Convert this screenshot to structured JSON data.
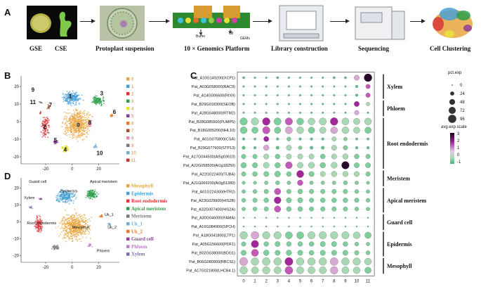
{
  "panels": {
    "a": "A",
    "b": "B",
    "c": "C",
    "d": "D"
  },
  "pipeline": {
    "gse": "GSE",
    "cse": "CSE",
    "protoplast": "Protoplast suspension",
    "platform": "10 × Genomics Platform",
    "buffer": "Buffer",
    "oil": "Oil",
    "gems": "GEMs",
    "library": "Library construction",
    "sequencing": "Sequencing",
    "clustering": "Cell Clustering"
  },
  "umap_b": {
    "legend": [
      "0",
      "1",
      "2",
      "3",
      "4",
      "5",
      "6",
      "7",
      "8",
      "9",
      "10",
      "11"
    ],
    "colors": [
      "#e8a640",
      "#4aa0d4",
      "#d7373a",
      "#2e9e4a",
      "#e8e23a",
      "#8e3d97",
      "#e8792a",
      "#a0522d",
      "#e889b8",
      "#7a7a7a",
      "#6db0c8",
      "#c0392b"
    ],
    "xticks": [
      "-20",
      "0",
      "20"
    ],
    "yticks": [
      "20",
      "10",
      "0",
      "-10",
      "-20"
    ],
    "labels": [
      "0",
      "1",
      "2",
      "3",
      "4",
      "5",
      "6",
      "7",
      "8",
      "9",
      "10",
      "11"
    ]
  },
  "umap_d": {
    "legend": [
      "Mesophyll",
      "Epidermis",
      "Root endodermis",
      "Apical meristem",
      "Meristem",
      "Uk_1",
      "Uk_2",
      "Guard cell",
      "Phloem",
      "Xylem"
    ],
    "colors": [
      "#e8a640",
      "#4aa0d4",
      "#d7373a",
      "#2e9e4a",
      "#7a7a7a",
      "#6db0c8",
      "#e8792a",
      "#8e3d97",
      "#c07acb",
      "#7a6bb0"
    ],
    "labels": [
      "Guard cell",
      "Apical meristem",
      "Xylem",
      "Epidermis",
      "Root endodermis",
      "Mesophyll",
      "Uk_1",
      "Uk_2",
      "Phloem"
    ],
    "xticks": [
      "-20",
      "0",
      "20"
    ],
    "yticks": [
      "20",
      "10",
      "0",
      "-10",
      "-20"
    ]
  },
  "dotplot": {
    "genes": [
      "Pat_A10G149200(XCP1)",
      "Pat_A03G058000(RAC9)",
      "Pat_A14G006600(RIX9)",
      "Pat_B29G018300(SEOB)",
      "Pat_A28G048000(RTM2)",
      "Pat_B28G085500(PUMP5)",
      "Pat_B18G005200(NHL10)",
      "Pat_A01G075800(CSA)",
      "Pat_B29G077600(STP13)",
      "Pat_A17G044500(At5g03610)",
      "Pat_A22G058500(At1g18250)",
      "Pat_A22G022400(TUBA)",
      "Pat_A21G069200(At3g51280)",
      "Pat_A01G224300(HTR2)",
      "Pat_A23G029900(HIS2B)",
      "Pat_A32G007400(HIS2A)",
      "Pat_A30G046000(FAMA)",
      "Pat_A16G084900(SPCH)",
      "Pat_A18G041800(LTP1)",
      "Pat_A05G156600(PDF1)",
      "Pat_B02G038000(BDG1)",
      "Pat_B06G080900(RBCS1)",
      "Pat_A17G021800(LHCB4.1)"
    ],
    "clusters": [
      "0",
      "1",
      "2",
      "3",
      "4",
      "5",
      "6",
      "7",
      "8",
      "9",
      "10",
      "11"
    ],
    "groups": [
      {
        "name": "Xylem",
        "start": 0,
        "end": 2
      },
      {
        "name": "Phloem",
        "start": 3,
        "end": 4
      },
      {
        "name": "Root endodermis",
        "start": 5,
        "end": 10
      },
      {
        "name": "Meristem",
        "start": 11,
        "end": 12
      },
      {
        "name": "Apical meristem",
        "start": 13,
        "end": 15
      },
      {
        "name": "Guard cell",
        "start": 16,
        "end": 17
      },
      {
        "name": "Epidermis",
        "start": 18,
        "end": 20
      },
      {
        "name": "Mesophyll",
        "start": 21,
        "end": 22
      }
    ],
    "size_legend_title": "pct.exp",
    "size_legend": [
      "0",
      "24",
      "48",
      "72",
      "96"
    ],
    "color_legend_title": "avg.exp.scale",
    "color_legend": [
      "3",
      "2",
      "1",
      "0",
      "-1"
    ],
    "expr": [
      [
        0,
        0,
        0,
        0,
        0,
        0,
        0,
        0,
        0,
        0,
        1,
        3
      ],
      [
        0,
        0,
        0,
        0,
        0,
        0,
        0,
        0,
        0,
        0,
        0,
        1.5
      ],
      [
        0,
        0,
        0,
        0,
        0,
        0,
        0,
        0,
        0,
        0,
        0,
        1.5
      ],
      [
        0,
        0,
        0,
        0,
        0,
        0,
        0,
        0,
        0,
        0,
        2,
        0.5
      ],
      [
        0,
        0,
        0,
        0,
        0,
        0,
        0,
        0,
        0,
        0,
        1.2,
        0
      ],
      [
        0.4,
        0.6,
        2.4,
        0.4,
        1.5,
        0.4,
        0.6,
        0.8,
        2,
        0.7,
        0.5,
        0.8
      ],
      [
        0.3,
        0.2,
        1.5,
        0.3,
        1.2,
        0.8,
        0.4,
        0.6,
        1.2,
        0.9,
        0.6,
        0.4
      ],
      [
        0,
        0,
        2.2,
        0,
        0.4,
        0,
        0,
        0,
        0.5,
        0.3,
        0,
        0
      ],
      [
        0,
        0,
        1.2,
        0,
        0.7,
        0.3,
        0,
        0,
        0.7,
        0.4,
        0,
        0
      ],
      [
        0.2,
        0.2,
        0.6,
        0.3,
        0.6,
        0.5,
        0.6,
        0.4,
        0.6,
        0.6,
        0.4,
        0.4
      ],
      [
        0.3,
        0.3,
        0.6,
        0.4,
        1.6,
        0.5,
        0.6,
        0.4,
        0.7,
        2.8,
        0.4,
        0.4
      ],
      [
        0.2,
        0.3,
        0.4,
        0.4,
        0.3,
        2.4,
        0.4,
        0.5,
        0.5,
        0.5,
        0.5,
        0.3
      ],
      [
        0.1,
        0.1,
        0.2,
        0.2,
        0.2,
        1.6,
        0.3,
        0.2,
        0.2,
        0.2,
        0.2,
        0.1
      ],
      [
        0.1,
        0.2,
        0.3,
        1.8,
        0.3,
        0.4,
        0.3,
        0.3,
        0.3,
        0.3,
        0.2,
        0.2
      ],
      [
        0.1,
        0.2,
        0.3,
        2,
        0.4,
        0.4,
        0.3,
        0.3,
        0.4,
        0.3,
        0.2,
        0.2
      ],
      [
        0.1,
        0.2,
        0.3,
        1.7,
        0.4,
        0.3,
        0.3,
        0.3,
        0.3,
        0.3,
        0.2,
        0.2
      ],
      [
        0,
        0,
        0,
        0,
        0,
        0,
        0,
        0,
        0,
        0,
        0,
        0
      ],
      [
        0,
        0,
        0,
        0,
        0,
        0,
        0,
        0,
        0,
        0,
        0,
        0
      ],
      [
        0.5,
        1.2,
        0.6,
        0.7,
        0.4,
        0.4,
        0.5,
        0.6,
        0.5,
        0.6,
        0.5,
        0.3
      ],
      [
        0.1,
        2.2,
        0.2,
        0.3,
        0.2,
        0.2,
        0.2,
        0.3,
        0.3,
        0.2,
        0.1,
        0.1
      ],
      [
        0.2,
        1.6,
        0.4,
        0.3,
        0.4,
        0.3,
        0.2,
        0.3,
        0.3,
        0.3,
        0.2,
        0.2
      ],
      [
        1,
        0.5,
        0.6,
        0.6,
        2.4,
        0.6,
        0.7,
        0.6,
        1.2,
        0.8,
        0.5,
        0.5
      ],
      [
        0.9,
        0.5,
        0.6,
        0.6,
        1.6,
        0.5,
        0.7,
        0.6,
        1,
        0.7,
        0.5,
        0.4
      ]
    ],
    "pct": [
      [
        8,
        5,
        5,
        8,
        5,
        5,
        5,
        5,
        8,
        8,
        40,
        90
      ],
      [
        5,
        5,
        5,
        5,
        5,
        5,
        5,
        5,
        5,
        5,
        10,
        30
      ],
      [
        5,
        5,
        5,
        5,
        5,
        5,
        5,
        5,
        5,
        5,
        10,
        30
      ],
      [
        5,
        5,
        5,
        5,
        5,
        5,
        5,
        5,
        5,
        5,
        40,
        20
      ],
      [
        5,
        5,
        5,
        5,
        5,
        5,
        5,
        5,
        5,
        5,
        30,
        5
      ],
      [
        80,
        80,
        85,
        75,
        80,
        70,
        70,
        75,
        85,
        75,
        60,
        70
      ],
      [
        70,
        60,
        80,
        60,
        75,
        70,
        60,
        60,
        70,
        70,
        60,
        60
      ],
      [
        10,
        8,
        40,
        10,
        25,
        10,
        10,
        10,
        30,
        20,
        8,
        8
      ],
      [
        15,
        10,
        45,
        15,
        40,
        20,
        15,
        15,
        40,
        30,
        10,
        10
      ],
      [
        30,
        30,
        40,
        35,
        40,
        40,
        40,
        35,
        40,
        45,
        35,
        30
      ],
      [
        45,
        40,
        50,
        45,
        70,
        50,
        55,
        45,
        55,
        85,
        40,
        40
      ],
      [
        30,
        35,
        40,
        50,
        35,
        75,
        40,
        40,
        45,
        45,
        40,
        30
      ],
      [
        15,
        15,
        20,
        25,
        20,
        45,
        20,
        20,
        20,
        25,
        20,
        15
      ],
      [
        20,
        25,
        30,
        60,
        30,
        35,
        30,
        30,
        30,
        30,
        25,
        20
      ],
      [
        25,
        30,
        35,
        70,
        40,
        40,
        30,
        35,
        35,
        35,
        30,
        25
      ],
      [
        20,
        25,
        30,
        60,
        35,
        35,
        30,
        30,
        30,
        30,
        25,
        20
      ],
      [
        3,
        3,
        3,
        3,
        3,
        3,
        3,
        3,
        3,
        3,
        3,
        3
      ],
      [
        3,
        3,
        3,
        3,
        3,
        3,
        3,
        3,
        3,
        3,
        3,
        3
      ],
      [
        85,
        90,
        80,
        80,
        75,
        75,
        80,
        80,
        80,
        80,
        70,
        60
      ],
      [
        30,
        80,
        35,
        40,
        35,
        35,
        35,
        40,
        40,
        35,
        25,
        20
      ],
      [
        40,
        75,
        45,
        40,
        45,
        40,
        35,
        40,
        40,
        40,
        30,
        25
      ],
      [
        95,
        85,
        90,
        85,
        95,
        85,
        85,
        85,
        90,
        85,
        80,
        70
      ],
      [
        85,
        75,
        80,
        75,
        90,
        75,
        75,
        75,
        85,
        75,
        70,
        60
      ]
    ]
  }
}
